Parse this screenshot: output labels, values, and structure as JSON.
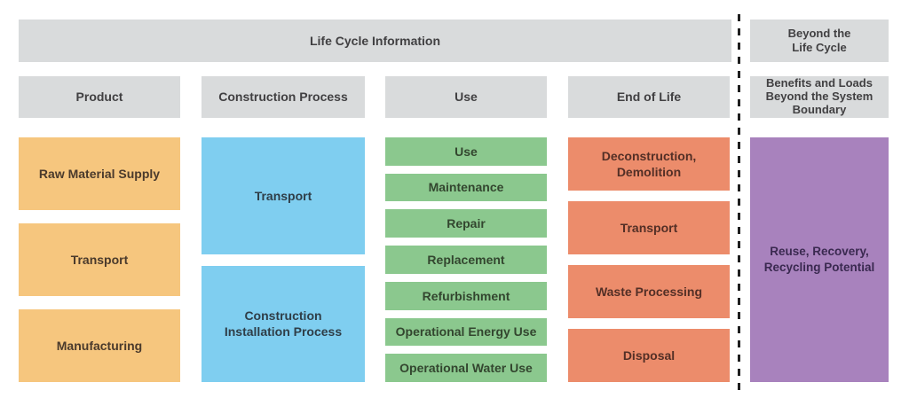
{
  "diagram": {
    "title": "Life Cycle Information",
    "beyond_title": "Beyond the\nLife Cycle",
    "colors": {
      "header_bg": "#D9DBDC",
      "header_text": "#414042",
      "product": "#F6C67E",
      "construction_process": "#7FCEF0",
      "use": "#8BC88E",
      "end_of_life": "#EC8C6B",
      "beyond_life_cycle": "#A882BD",
      "dashed_line": "#1F1F1F",
      "background": "#FFFFFF"
    },
    "columns": [
      {
        "header": "Product",
        "boxes": [
          "Raw Material Supply",
          "Transport",
          "Manufacturing"
        ]
      },
      {
        "header": "Construction Process",
        "boxes": [
          "Transport",
          "Construction\nInstallation Process"
        ]
      },
      {
        "header": "Use",
        "boxes": [
          "Use",
          "Maintenance",
          "Repair",
          "Replacement",
          "Refurbishment",
          "Operational Energy Use",
          "Operational Water Use"
        ]
      },
      {
        "header": "End of Life",
        "boxes": [
          "Deconstruction,\nDemolition",
          "Transport",
          "Waste Processing",
          "Disposal"
        ]
      },
      {
        "header": "Benefits and Loads\nBeyond the System\nBoundary",
        "boxes": [
          "Reuse, Recovery,\nRecycling Potential"
        ]
      }
    ]
  }
}
